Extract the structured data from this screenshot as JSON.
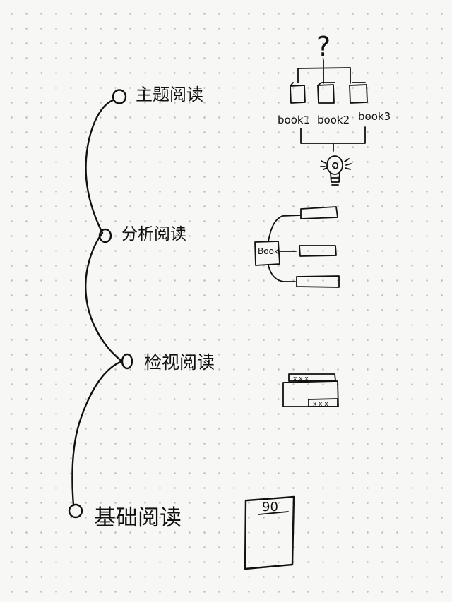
{
  "stages": [
    {
      "label": "主题阅读"
    },
    {
      "label": "分析阅读"
    },
    {
      "label": "检视阅读"
    },
    {
      "label": "基础阅读"
    }
  ],
  "syntopical": {
    "question_mark": "?",
    "books": [
      "book1",
      "book2",
      "book3"
    ],
    "icon": "lightbulb-icon"
  },
  "analytical": {
    "book_label": "Book"
  },
  "inspectional": {
    "mark": "x x x"
  },
  "elementary": {
    "score": "90"
  }
}
